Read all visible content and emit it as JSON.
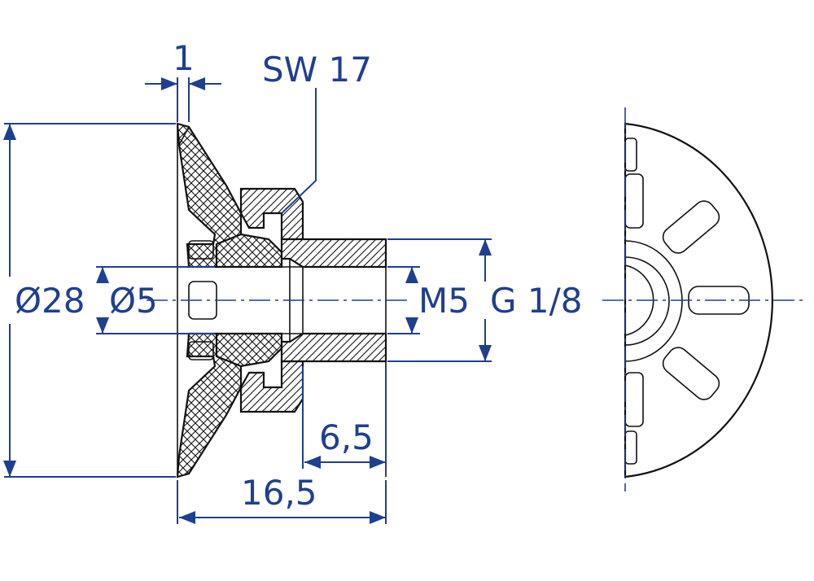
{
  "colors": {
    "dimension": "#1f3f8f",
    "outline": "#111111",
    "background": "#ffffff"
  },
  "labels": {
    "dim_1": "1",
    "sw17": "SW 17",
    "d28": "Ø28",
    "d5": "Ø5",
    "m5": "M5",
    "g18": "G 1/8",
    "d65": "6,5",
    "d165": "16,5"
  }
}
